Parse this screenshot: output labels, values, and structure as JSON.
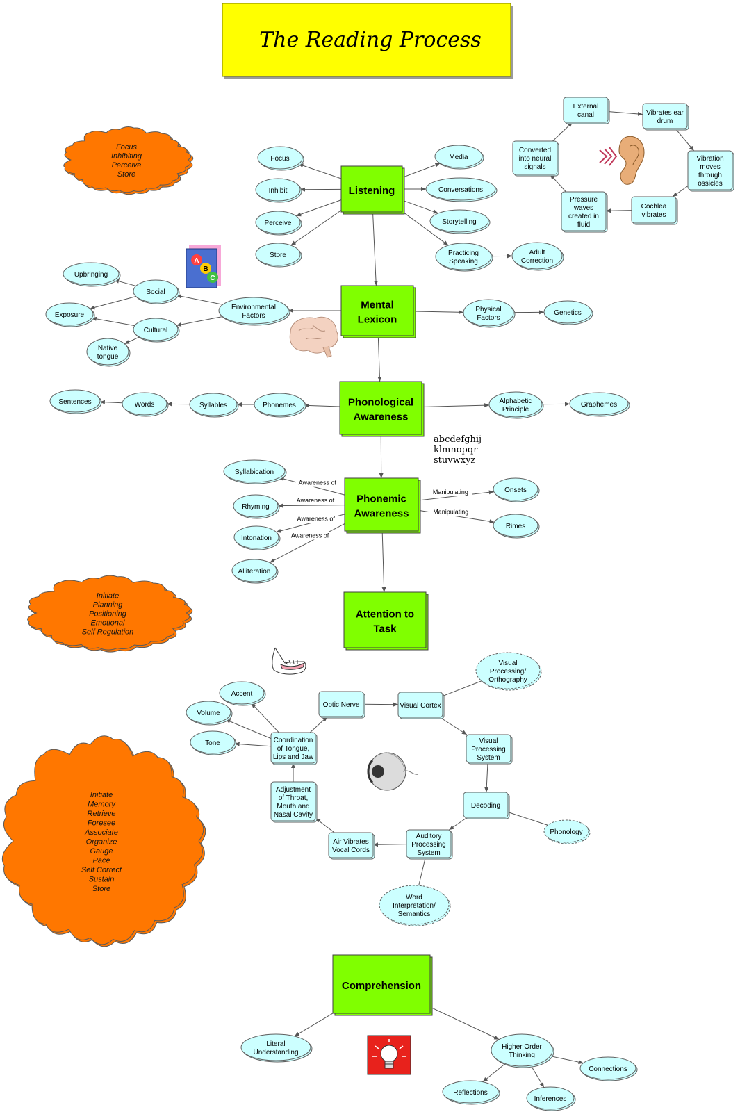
{
  "title": "The Reading Process",
  "colors": {
    "title_bg": "#ffff00",
    "main_node": "#80ff00",
    "leaf_node": "#ccffff",
    "cloud": "#ff7700",
    "lightbulb_bg": "#e8221c"
  },
  "main": {
    "listening": [
      "Listening"
    ],
    "mental_lexicon": [
      "Mental",
      "Lexicon"
    ],
    "phonological": [
      "Phonological",
      "Awareness"
    ],
    "phonemic": [
      "Phonemic",
      "Awareness"
    ],
    "attention": [
      "Attention to",
      "Task"
    ],
    "comprehension": [
      "Comprehension"
    ]
  },
  "listening": {
    "left": [
      "Focus",
      "Inhibit",
      "Perceive",
      "Store"
    ],
    "right": [
      "Media",
      "Conversations",
      "Storytelling"
    ],
    "practicing": [
      "Practicing",
      "Speaking"
    ],
    "adult": [
      "Adult",
      "Correction"
    ]
  },
  "ear_cycle": {
    "external_canal": [
      "External",
      "canal"
    ],
    "vibrates_ear_drum": [
      "Vibrates ear",
      "drum"
    ],
    "vibration_ossicles": [
      "Vibration",
      "moves",
      "through",
      "ossicles"
    ],
    "cochlea": [
      "Cochlea",
      "vibrates"
    ],
    "pressure_waves": [
      "Pressure",
      "waves",
      "created in",
      "fluid"
    ],
    "converted": [
      "Converted",
      "into neural",
      "signals"
    ]
  },
  "lexicon": {
    "environmental": [
      "Environmental",
      "Factors"
    ],
    "social": "Social",
    "cultural": "Cultural",
    "upbringing": "Upbringing",
    "exposure": "Exposure",
    "native": [
      "Native",
      "tongue"
    ],
    "physical": [
      "Physical",
      "Factors"
    ],
    "genetics": "Genetics"
  },
  "phonological": {
    "chain": [
      "Phonemes",
      "Syllables",
      "Words",
      "Sentences"
    ],
    "alphabetic": [
      "Alphabetic",
      "Principle"
    ],
    "graphemes": "Graphemes"
  },
  "alphabet_art": [
    "abcdefghij",
    "klmnopqr",
    "stuvwxyz"
  ],
  "phonemic": {
    "left": [
      "Syllabication",
      "Rhyming",
      "Intonation",
      "Alliteration"
    ],
    "left_label": "Awareness of",
    "right": [
      "Onsets",
      "Rimes"
    ],
    "right_label": "Manipulating"
  },
  "clouds": {
    "top": [
      "Focus",
      "Inhibiting",
      "Perceive",
      "Store"
    ],
    "middle": [
      "Initiate",
      "Planning",
      "Positioning",
      "Emotional",
      "Self Regulation"
    ],
    "bottom": [
      "Initiate",
      "Memory",
      "Retrieve",
      "Foresee",
      "Associate",
      "Organize",
      "Gauge",
      "Pace",
      "Self Correct",
      "Sustain",
      "Store"
    ]
  },
  "eye_cycle": {
    "optic_nerve": "Optic Nerve",
    "visual_cortex": "Visual Cortex",
    "visual_processing_system": [
      "Visual",
      "Processing",
      "System"
    ],
    "decoding": "Decoding",
    "auditory": [
      "Auditory",
      "Processing",
      "System"
    ],
    "air_vibrates": [
      "Air Vibrates",
      "Vocal Cords"
    ],
    "adjustment": [
      "Adjustment",
      "of Throat,",
      "Mouth and",
      "Nasal Cavity"
    ],
    "coordination": [
      "Coordination",
      "of Tongue,",
      "Lips and Jaw"
    ],
    "accent": "Accent",
    "volume": "Volume",
    "tone": "Tone",
    "orthography": [
      "Visual",
      "Processing/",
      "Orthography"
    ],
    "phonology": "Phonology",
    "semantics": [
      "Word",
      "Interpretation/",
      "Semantics"
    ]
  },
  "comprehension": {
    "literal": [
      "Literal",
      "Understanding"
    ],
    "higher": [
      "Higher Order",
      "Thinking"
    ],
    "connections": "Connections",
    "reflections": "Reflections",
    "inferences": "Inferences"
  }
}
